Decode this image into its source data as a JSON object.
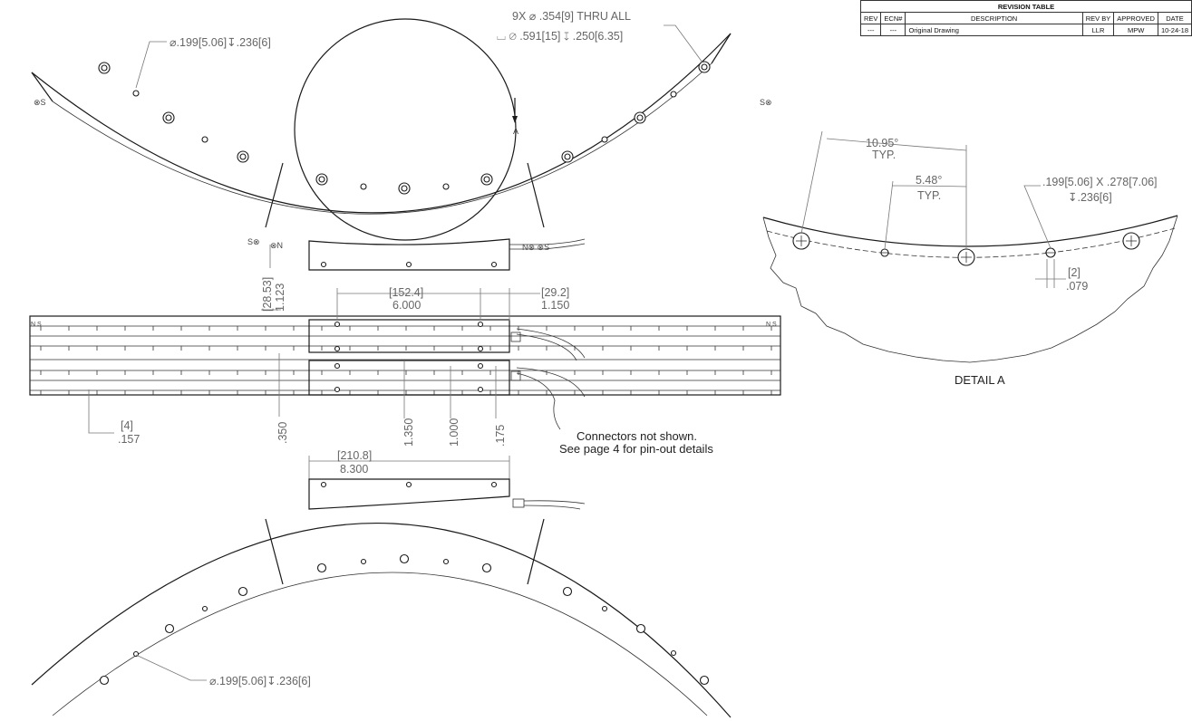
{
  "revision_table": {
    "title": "REVISION TABLE",
    "headers": [
      "REV",
      "ECN#",
      "DESCRIPTION",
      "REV BY",
      "APPROVED",
      "DATE"
    ],
    "rows": [
      [
        "---",
        "---",
        "Original Drawing",
        "LLR",
        "MPW",
        "10-24-18"
      ]
    ]
  },
  "callouts": {
    "top_hole_note": "⌀.199[5.06]↧.236[6]",
    "thru_line1": "9X ⌀ .354[9] THRU ALL",
    "thru_line2": "⌴ ⌀ .591[15] ↧ .250[6.35]",
    "bottom_hole_note": "⌀.199[5.06]↧.236[6]",
    "view_marker": "A"
  },
  "dimensions": {
    "d152": "[152.4]",
    "d6000": "6.000",
    "d29": "[29.2]",
    "d1150": "1.150",
    "d2853": "[28.53]",
    "d1123": "1.123",
    "d4": "[4]",
    "d157": ".157",
    "d350": ".350",
    "d1350": "1.350",
    "d1000": "1.000",
    "d175": ".175",
    "d210": "[210.8]",
    "d8300": "8.300"
  },
  "detail": {
    "label": "DETAIL A",
    "angle1": "10.95°",
    "angle1_typ": "TYP.",
    "angle2": "5.48°",
    "angle2_typ": "TYP.",
    "slot_line1": ".199[5.06] X .278[7.06]",
    "slot_line2": "↧.236[6]",
    "gap_mm": "[2]",
    "gap_in": ".079"
  },
  "connectors_note": {
    "line1": "Connectors not shown.",
    "line2": "See page 4 for pin-out details"
  },
  "pole_marks": {
    "s": "S",
    "n": "N",
    "side_stack": "N S N S"
  }
}
